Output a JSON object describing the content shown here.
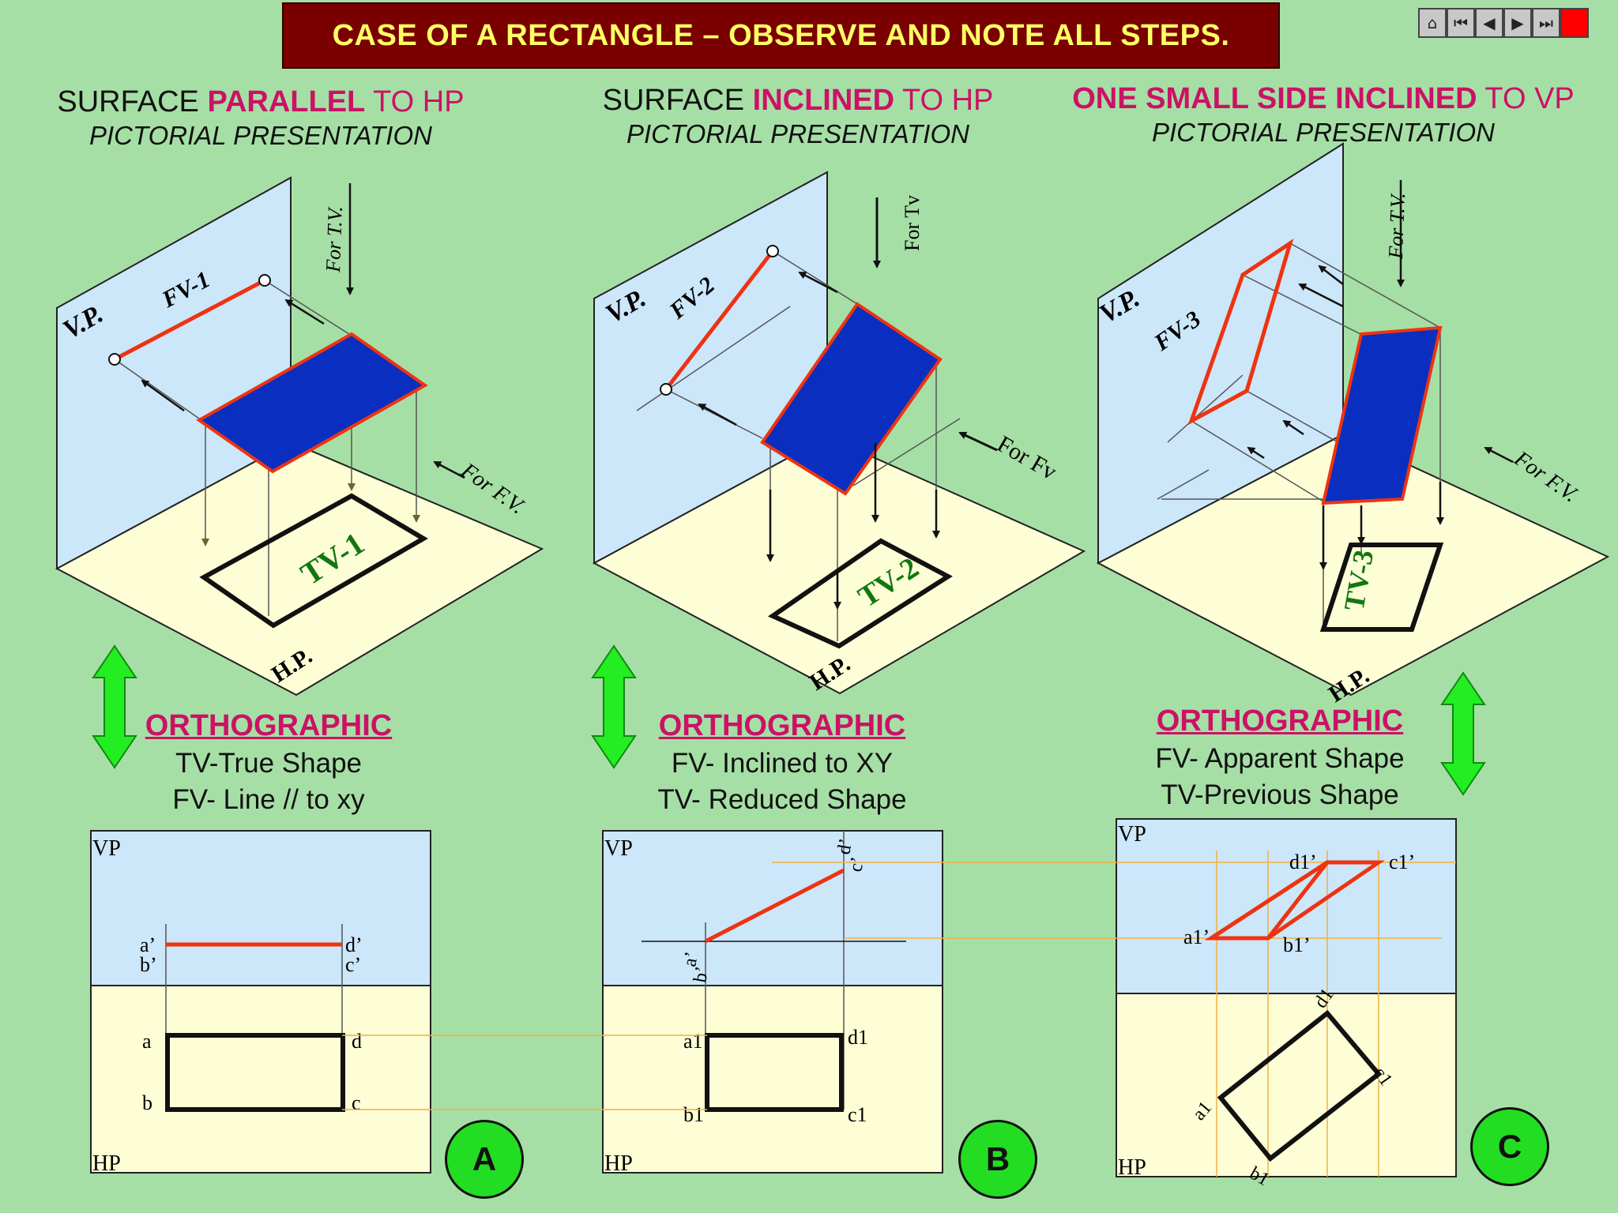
{
  "title": "CASE OF A RECTANGLE – OBSERVE AND NOTE ALL STEPS.",
  "nav": {
    "home": "home-icon",
    "first": "first-icon",
    "prev": "prev-icon",
    "next": "next-icon",
    "last": "last-icon",
    "exit": "exit-icon"
  },
  "panels": [
    {
      "h_pre": "SURFACE ",
      "h_acc": "PARALLEL",
      "h_post": " TO HP",
      "sub": "PICTORIAL PRESENTATION",
      "ortho": "ORTHOGRAPHIC",
      "line1": "TV-True Shape",
      "line2": "FV- Line // to xy",
      "badge": "A"
    },
    {
      "h_pre": "SURFACE ",
      "h_acc": "INCLINED",
      "h_post": " TO HP",
      "sub": "PICTORIAL PRESENTATION",
      "ortho": "ORTHOGRAPHIC",
      "line1": "FV- Inclined to XY",
      "line2": "TV- Reduced Shape",
      "badge": "B"
    },
    {
      "h_pre": "",
      "h_acc": "ONE SMALL SIDE INCLINED",
      "h_post": " TO VP",
      "sub": "PICTORIAL PRESENTATION",
      "ortho": "ORTHOGRAPHIC",
      "line1": "FV- Apparent Shape",
      "line2": "TV-Previous Shape",
      "badge": "C"
    }
  ],
  "pictorial": {
    "vp": "V.P.",
    "hp": "H.P.",
    "fv": [
      "FV-1",
      "FV-2",
      "FV-3"
    ],
    "tv": [
      "TV-1",
      "TV-2",
      "TV-3"
    ],
    "for_tv": [
      "For T.V.",
      "For Tv",
      "For T.V."
    ],
    "for_fv": [
      "For F.V.",
      "For Fv",
      "For F.V."
    ]
  },
  "ortho_labels": {
    "vp": "VP",
    "hp": "HP",
    "a": {
      "fv1": "a’",
      "fv2": "b’",
      "fv3": "d’",
      "fv4": "c’",
      "tv1": "a",
      "tv2": "b",
      "tv3": "d",
      "tv4": "c"
    },
    "b": {
      "fv1": "a’",
      "fv2": "b’",
      "fv3": "d’",
      "fv4": "c’",
      "tv1": "a1",
      "tv2": "b1",
      "tv3": "d1",
      "tv4": "c1"
    },
    "c": {
      "fv1": "a1’",
      "fv2": "b1’",
      "fv3": "d1’",
      "fv4": "c1’",
      "tv1": "a1",
      "tv2": "b1",
      "tv3": "d1",
      "tv4": "c1"
    }
  },
  "colors": {
    "bg": "#a6dfa6",
    "vp": "#cce6fa",
    "hp": "#fefed6",
    "edge": "#ee3311",
    "fill": "#0a2fc0",
    "accent": "#cc1166",
    "green_text": "#117711"
  }
}
